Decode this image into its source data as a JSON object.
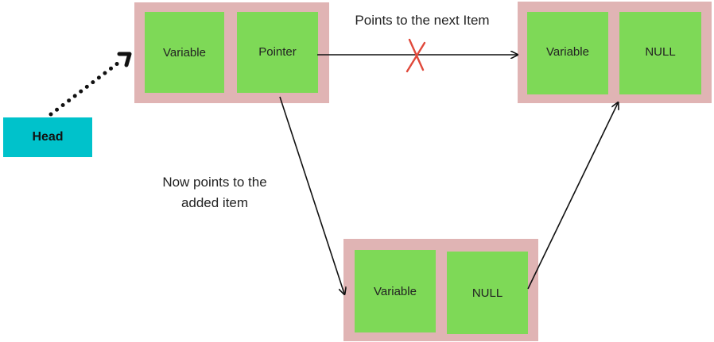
{
  "head": {
    "label": "Head"
  },
  "nodes": {
    "first": {
      "variable_label": "Variable",
      "pointer_label": "Pointer"
    },
    "last": {
      "variable_label": "Variable",
      "pointer_label": "NULL"
    },
    "added": {
      "variable_label": "Variable",
      "pointer_label": "NULL"
    }
  },
  "annotations": {
    "old_link": "Points to the next Item",
    "new_link_line1": "Now points to the",
    "new_link_line2": "added item"
  },
  "colors": {
    "node_outer": "#e0b4b4",
    "node_cell": "#7ed957",
    "head": "#00c2cb",
    "cross": "#e0483a"
  }
}
